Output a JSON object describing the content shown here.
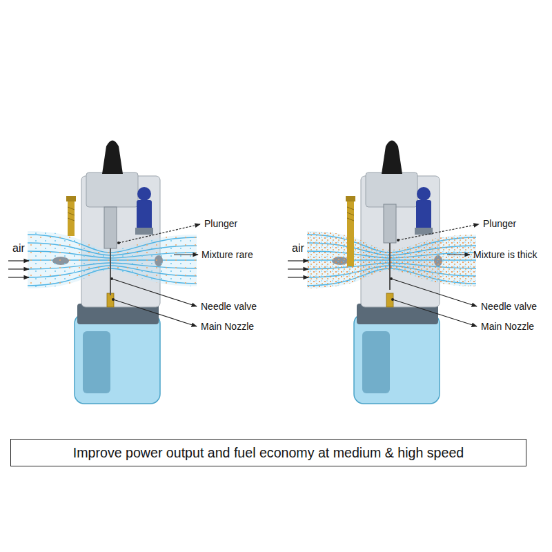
{
  "diagram": {
    "caption": "Improve power output and fuel economy at medium & high speed",
    "labels": [
      "air",
      "Plunger",
      "Mixture rare",
      "Needle valve",
      "Main Nozzle",
      "air",
      "Plunger",
      "Mixture is thick",
      "Needle valve",
      "Main Nozzle"
    ]
  }
}
